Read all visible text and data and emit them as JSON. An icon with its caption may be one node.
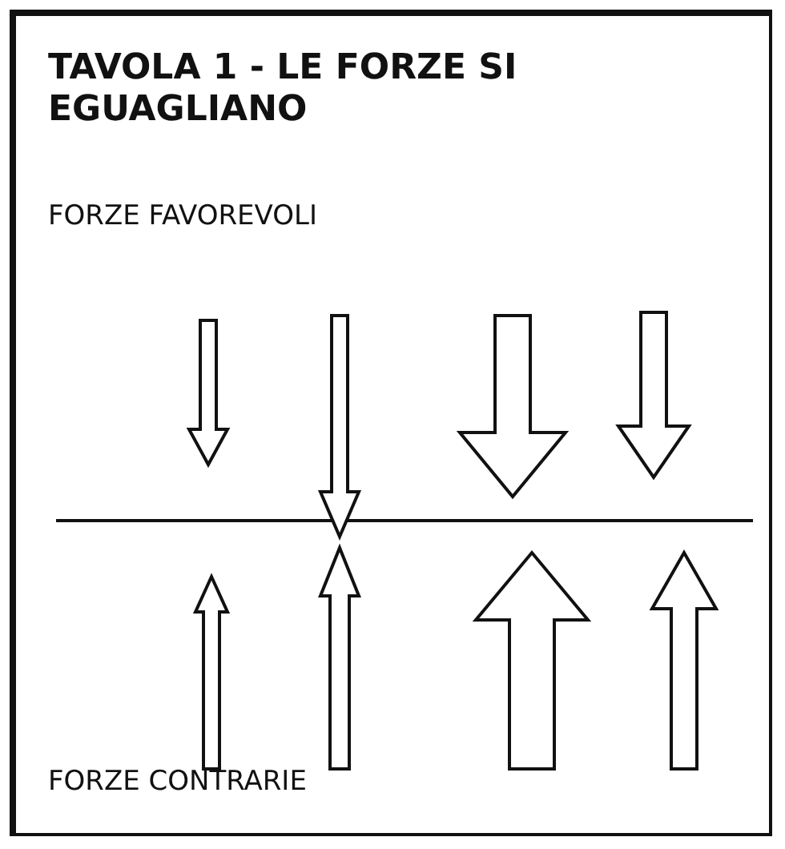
{
  "diagram": {
    "title": "TAVOLA 1 - LE FORZE SI EGUAGLIANO",
    "labels": [
      "FORZE FAVOREVOLI",
      "FORZE CONTRARIE"
    ]
  }
}
